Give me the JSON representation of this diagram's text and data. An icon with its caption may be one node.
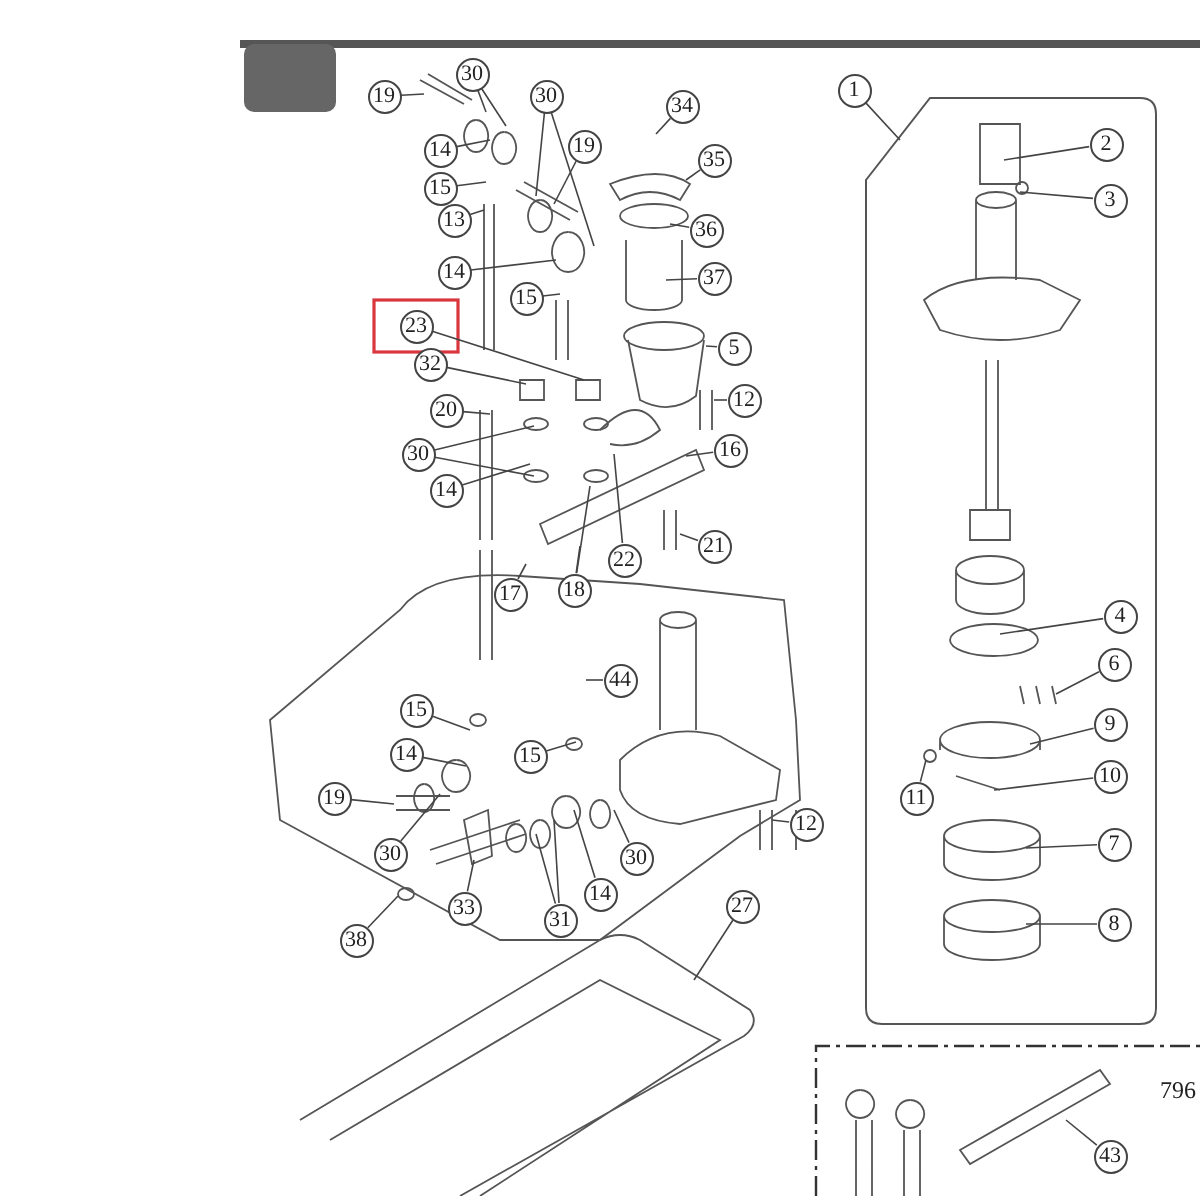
{
  "diagram": {
    "nodes": [
      {
        "text": [
          "19"
        ]
      },
      {
        "text": [
          "30"
        ]
      },
      {
        "text": [
          "30"
        ]
      },
      {
        "text": [
          "34"
        ]
      },
      {
        "text": [
          "14"
        ]
      },
      {
        "text": [
          "19"
        ]
      },
      {
        "text": [
          "35"
        ]
      },
      {
        "text": [
          "15"
        ]
      },
      {
        "text": [
          "13"
        ]
      },
      {
        "text": [
          "36"
        ]
      },
      {
        "text": [
          "14"
        ]
      },
      {
        "text": [
          "37"
        ]
      },
      {
        "text": [
          "15"
        ]
      },
      {
        "text": [
          "23"
        ]
      },
      {
        "text": [
          "5"
        ]
      },
      {
        "text": [
          "32"
        ]
      },
      {
        "text": [
          "12"
        ]
      },
      {
        "text": [
          "20"
        ]
      },
      {
        "text": [
          "16"
        ]
      },
      {
        "text": [
          "30"
        ]
      },
      {
        "text": [
          "14"
        ]
      },
      {
        "text": [
          "21"
        ]
      },
      {
        "text": [
          "22"
        ]
      },
      {
        "text": [
          "17"
        ]
      },
      {
        "text": [
          "18"
        ]
      },
      {
        "text": [
          "44"
        ]
      },
      {
        "text": [
          "15"
        ]
      },
      {
        "text": [
          "15"
        ]
      },
      {
        "text": [
          "14"
        ]
      },
      {
        "text": [
          "19"
        ]
      },
      {
        "text": [
          "12"
        ]
      },
      {
        "text": [
          "30"
        ]
      },
      {
        "text": [
          "30"
        ]
      },
      {
        "text": [
          "14"
        ]
      },
      {
        "text": [
          "33"
        ]
      },
      {
        "text": [
          "27"
        ]
      },
      {
        "text": [
          "31"
        ]
      },
      {
        "text": [
          "38"
        ]
      },
      {
        "text": [
          "1"
        ]
      },
      {
        "text": [
          "2"
        ]
      },
      {
        "text": [
          "3"
        ]
      },
      {
        "text": [
          "4"
        ]
      },
      {
        "text": [
          "6"
        ]
      },
      {
        "text": [
          "9"
        ]
      },
      {
        "text": [
          "10"
        ]
      },
      {
        "text": [
          "11"
        ]
      },
      {
        "text": [
          "7"
        ]
      },
      {
        "text": [
          "8"
        ]
      },
      {
        "text": [
          "43"
        ]
      }
    ],
    "edges": [
      {
        "from": 0,
        "to": null,
        "arrow": "none"
      },
      {
        "from": 1,
        "to": null,
        "arrow": "none"
      },
      {
        "from": 1,
        "to": null,
        "arrow": "none"
      },
      {
        "from": 2,
        "to": null,
        "arrow": "none"
      },
      {
        "from": 2,
        "to": null,
        "arrow": "none"
      },
      {
        "from": 3,
        "to": null,
        "arrow": "none"
      },
      {
        "from": 4,
        "to": null,
        "arrow": "none"
      },
      {
        "from": 5,
        "to": null,
        "arrow": "none"
      },
      {
        "from": 6,
        "to": null,
        "arrow": "none"
      },
      {
        "from": 7,
        "to": null,
        "arrow": "none"
      },
      {
        "from": 8,
        "to": null,
        "arrow": "none"
      },
      {
        "from": 9,
        "to": null,
        "arrow": "none"
      },
      {
        "from": 10,
        "to": null,
        "arrow": "none"
      },
      {
        "from": 11,
        "to": null,
        "arrow": "none"
      },
      {
        "from": 12,
        "to": null,
        "arrow": "none"
      },
      {
        "from": 13,
        "to": null,
        "arrow": "none"
      },
      {
        "from": 14,
        "to": null,
        "arrow": "none"
      },
      {
        "from": 15,
        "to": null,
        "arrow": "none"
      },
      {
        "from": 16,
        "to": null,
        "arrow": "none"
      },
      {
        "from": 17,
        "to": null,
        "arrow": "none"
      },
      {
        "from": 18,
        "to": null,
        "arrow": "none"
      },
      {
        "from": 19,
        "to": null,
        "arrow": "none"
      },
      {
        "from": 19,
        "to": null,
        "arrow": "none"
      },
      {
        "from": 20,
        "to": null,
        "arrow": "none"
      },
      {
        "from": 21,
        "to": null,
        "arrow": "none"
      },
      {
        "from": 22,
        "to": null,
        "arrow": "none"
      },
      {
        "from": 23,
        "to": null,
        "arrow": "none"
      },
      {
        "from": 24,
        "to": null,
        "arrow": "none"
      },
      {
        "from": 24,
        "to": null,
        "arrow": "none"
      },
      {
        "from": 25,
        "to": null,
        "arrow": "none"
      },
      {
        "from": 26,
        "to": null,
        "arrow": "none"
      },
      {
        "from": 27,
        "to": null,
        "arrow": "none"
      },
      {
        "from": 28,
        "to": null,
        "arrow": "none"
      },
      {
        "from": 29,
        "to": null,
        "arrow": "none"
      },
      {
        "from": 30,
        "to": null,
        "arrow": "none"
      },
      {
        "from": 31,
        "to": null,
        "arrow": "none"
      },
      {
        "from": 32,
        "to": null,
        "arrow": "none"
      },
      {
        "from": 33,
        "to": null,
        "arrow": "none"
      },
      {
        "from": 34,
        "to": null,
        "arrow": "none"
      },
      {
        "from": 35,
        "to": null,
        "arrow": "none"
      },
      {
        "from": 36,
        "to": null,
        "arrow": "none"
      },
      {
        "from": 36,
        "to": null,
        "arrow": "none"
      },
      {
        "from": 37,
        "to": null,
        "arrow": "none"
      },
      {
        "from": 38,
        "to": null,
        "arrow": "none"
      },
      {
        "from": 39,
        "to": null,
        "arrow": "none"
      },
      {
        "from": 40,
        "to": null,
        "arrow": "none"
      },
      {
        "from": 41,
        "to": null,
        "arrow": "none"
      },
      {
        "from": 42,
        "to": null,
        "arrow": "none"
      },
      {
        "from": 43,
        "to": null,
        "arrow": "none"
      },
      {
        "from": 44,
        "to": null,
        "arrow": "none"
      },
      {
        "from": 45,
        "to": null,
        "arrow": "none"
      },
      {
        "from": 46,
        "to": null,
        "arrow": "none"
      },
      {
        "from": 47,
        "to": null,
        "arrow": "none"
      },
      {
        "from": 48,
        "to": null,
        "arrow": "none"
      }
    ],
    "labels": [
      "796"
    ]
  }
}
